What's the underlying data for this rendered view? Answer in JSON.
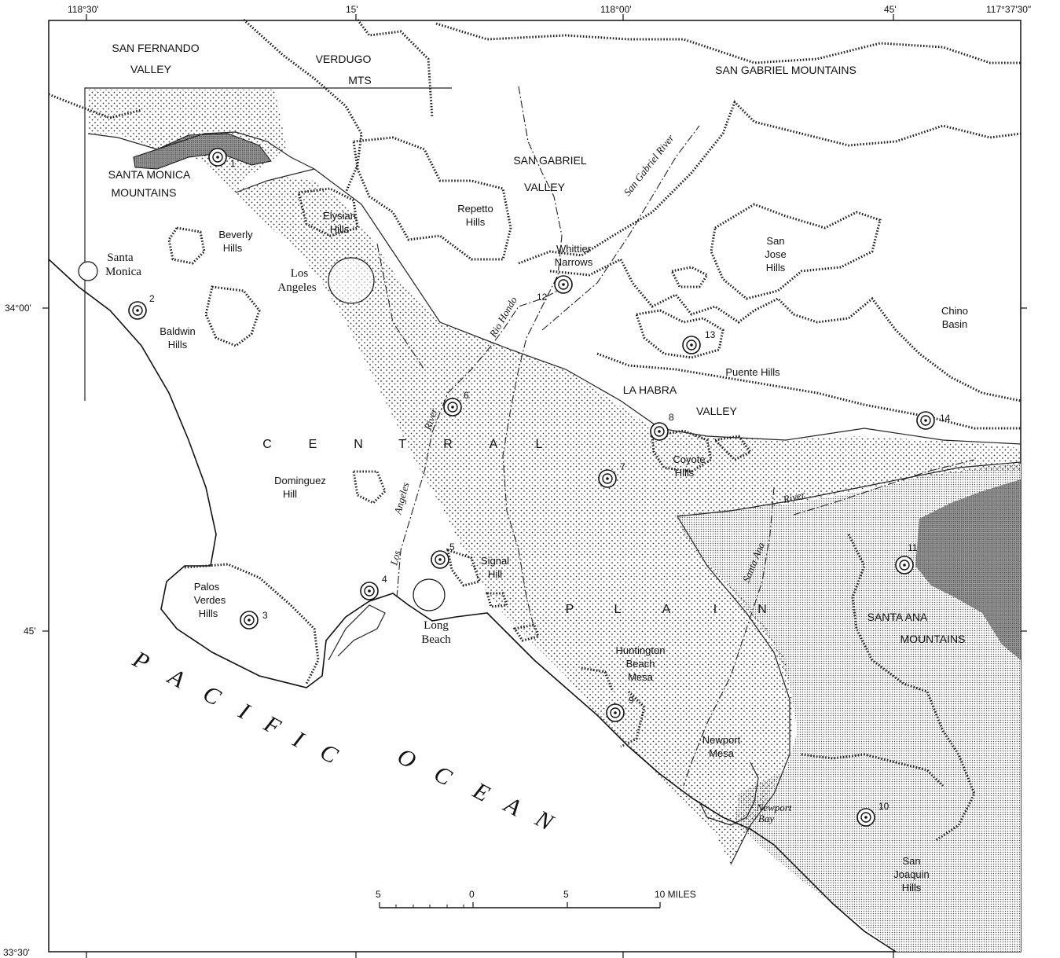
{
  "coords": {
    "top": [
      "118°30'",
      "15'",
      "118°00'",
      "45'",
      "117°37'30\""
    ],
    "left": [
      "34°00'",
      "45'",
      "33°30'"
    ]
  },
  "regions": {
    "san_fernando_valley": [
      "SAN FERNANDO",
      "VALLEY"
    ],
    "verdugo_mts": [
      "VERDUGO",
      "MTS"
    ],
    "san_gabriel_mountains": "SAN GABRIEL MOUNTAINS",
    "santa_monica_mountains": [
      "SANTA MONICA",
      "MOUNTAINS"
    ],
    "san_gabriel_valley": [
      "SAN GABRIEL",
      "VALLEY"
    ],
    "repetto_hills": [
      "Repetto",
      "Hills"
    ],
    "elysian_hills": [
      "Elysian",
      "Hills"
    ],
    "beverly_hills": [
      "Beverly",
      "Hills"
    ],
    "santa_monica": [
      "Santa",
      "Monica"
    ],
    "los_angeles": [
      "Los",
      "Angeles"
    ],
    "whittier_narrows": [
      "Whittier",
      "Narrows"
    ],
    "san_jose_hills": [
      "San",
      "Jose",
      "Hills"
    ],
    "chino_basin": [
      "Chino",
      "Basin"
    ],
    "baldwin_hills": [
      "Baldwin",
      "Hills"
    ],
    "puente_hills": "Puente Hills",
    "la_habra": "LA HABRA",
    "valley": "VALLEY",
    "coyote_hills": [
      "Coyote",
      "Hills"
    ],
    "central_letters": [
      "C",
      "E",
      "N",
      "T",
      "R",
      "A",
      "L"
    ],
    "plain_letters": [
      "P",
      "L",
      "A",
      "I",
      "N"
    ],
    "dominguez_hill": [
      "Dominguez",
      "Hill"
    ],
    "signal_hill": [
      "Signal",
      "Hill"
    ],
    "palos_verdes_hills": [
      "Palos",
      "Verdes",
      "Hills"
    ],
    "long_beach": [
      "Long",
      "Beach"
    ],
    "santa_ana_mountains": [
      "SANTA ANA",
      "MOUNTAINS"
    ],
    "huntington_beach_mesa": [
      "Huntington",
      "Beach",
      "Mesa"
    ],
    "newport_mesa": [
      "Newport",
      "Mesa"
    ],
    "newport_bay": [
      "Newport",
      "Bay"
    ],
    "san_joaquin_hills": [
      "San",
      "Joaquin",
      "Hills"
    ],
    "pacific_letters": [
      "P",
      "A",
      "C",
      "I",
      "F",
      "I",
      "C"
    ],
    "ocean_letters": [
      "O",
      "C",
      "E",
      "A",
      "N"
    ]
  },
  "rivers": {
    "san_gabriel": "San Gabriel River",
    "rio_hondo": "Rio Hondo",
    "los_angeles_1": "River",
    "los_angeles_2": "Angeles",
    "los_angeles_3": "Los",
    "santa_ana_1": "Santa Ana",
    "santa_ana_2": "River"
  },
  "wells": [
    "1",
    "2",
    "3",
    "4",
    "5",
    "6",
    "7",
    "8",
    "9",
    "10",
    "11",
    "12",
    "13",
    "14"
  ],
  "scale": {
    "ticks": [
      "5",
      "0",
      "5",
      "10 MILES"
    ]
  }
}
